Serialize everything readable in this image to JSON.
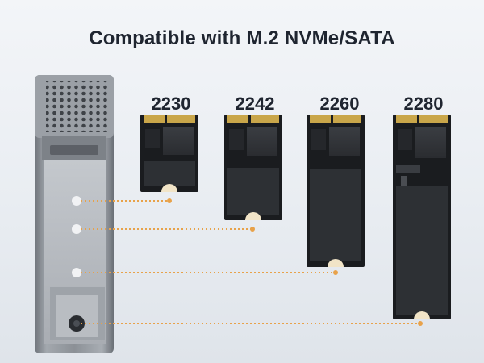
{
  "title": "Compatible with M.2 NVMe/SATA",
  "sizes": [
    {
      "label": "2230"
    },
    {
      "label": "2242"
    },
    {
      "label": "2260"
    },
    {
      "label": "2280"
    }
  ],
  "colors": {
    "leader": "#e8a24a",
    "ssd_board": "#1a1c1f",
    "gold_contacts": "#c9a64a",
    "enclosure": "#8f9399",
    "tray": "#b7bbc1"
  }
}
